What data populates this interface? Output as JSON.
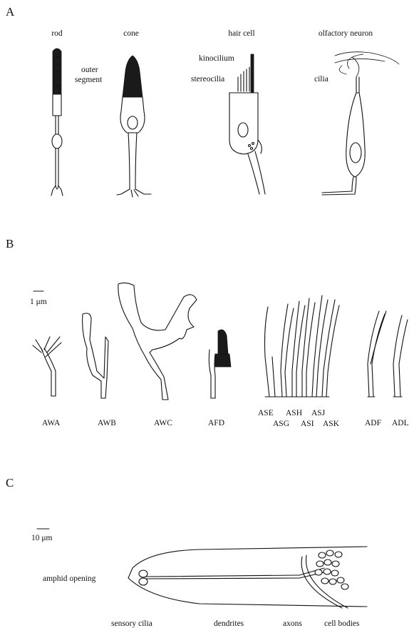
{
  "panels": {
    "a": {
      "letter": "A",
      "titles": {
        "rod": "rod",
        "cone": "cone",
        "hair_cell": "hair cell",
        "olfactory_neuron": "olfactory neuron"
      },
      "annotations": {
        "outer_segment_line1": "outer",
        "outer_segment_line2": "segment",
        "kinocilium": "kinocilium",
        "stereocilia": "stereocilia",
        "cilia": "cilia"
      }
    },
    "b": {
      "letter": "B",
      "scale_bar": "1 μm",
      "neurons": {
        "awa": "AWA",
        "awb": "AWB",
        "awc": "AWC",
        "afd": "AFD",
        "ase": "ASE",
        "asg": "ASG",
        "ash": "ASH",
        "asi": "ASI",
        "asj": "ASJ",
        "ask": "ASK",
        "adf": "ADF",
        "adl": "ADL"
      }
    },
    "c": {
      "letter": "C",
      "scale_bar": "10 μm",
      "labels": {
        "amphid_opening": "amphid opening",
        "sensory_cilia": "sensory cilia",
        "dendrites": "dendrites",
        "axons": "axons",
        "cell_bodies": "cell bodies"
      }
    }
  }
}
